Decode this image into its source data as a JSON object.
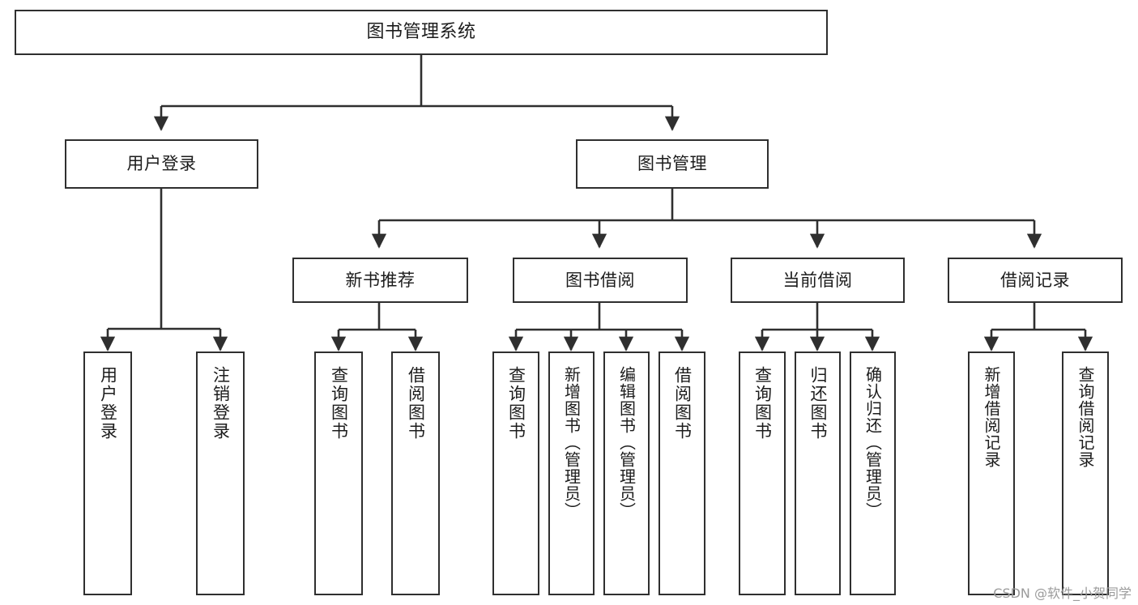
{
  "diagram": {
    "title": "图书管理系统",
    "type": "tree-hierarchy",
    "background_color": "#ffffff",
    "line_color": "#2f2f2f",
    "text_color": "#1c1c1c",
    "watermark": "CSDN @软件_小贺同学",
    "root": {
      "label": "图书管理系统"
    },
    "level2": [
      {
        "label": "用户登录"
      },
      {
        "label": "图书管理"
      }
    ],
    "level3": [
      {
        "label": "新书推荐"
      },
      {
        "label": "图书借阅"
      },
      {
        "label": "当前借阅"
      },
      {
        "label": "借阅记录"
      }
    ],
    "leaves": {
      "user_login": [
        {
          "label": "用户登录"
        },
        {
          "label": "注销登录"
        }
      ],
      "new_book_recommend": [
        {
          "label": "查询图书"
        },
        {
          "label": "借阅图书"
        }
      ],
      "book_borrow": [
        {
          "label": "查询图书"
        },
        {
          "label": "新增图书（管理员）"
        },
        {
          "label": "编辑图书（管理员）"
        },
        {
          "label": "借阅图书"
        }
      ],
      "current_borrow": [
        {
          "label": "查询图书"
        },
        {
          "label": "归还图书"
        },
        {
          "label": "确认归还（管理员）"
        }
      ],
      "borrow_record": [
        {
          "label": "新增借阅记录"
        },
        {
          "label": "查询借阅记录"
        }
      ]
    }
  }
}
